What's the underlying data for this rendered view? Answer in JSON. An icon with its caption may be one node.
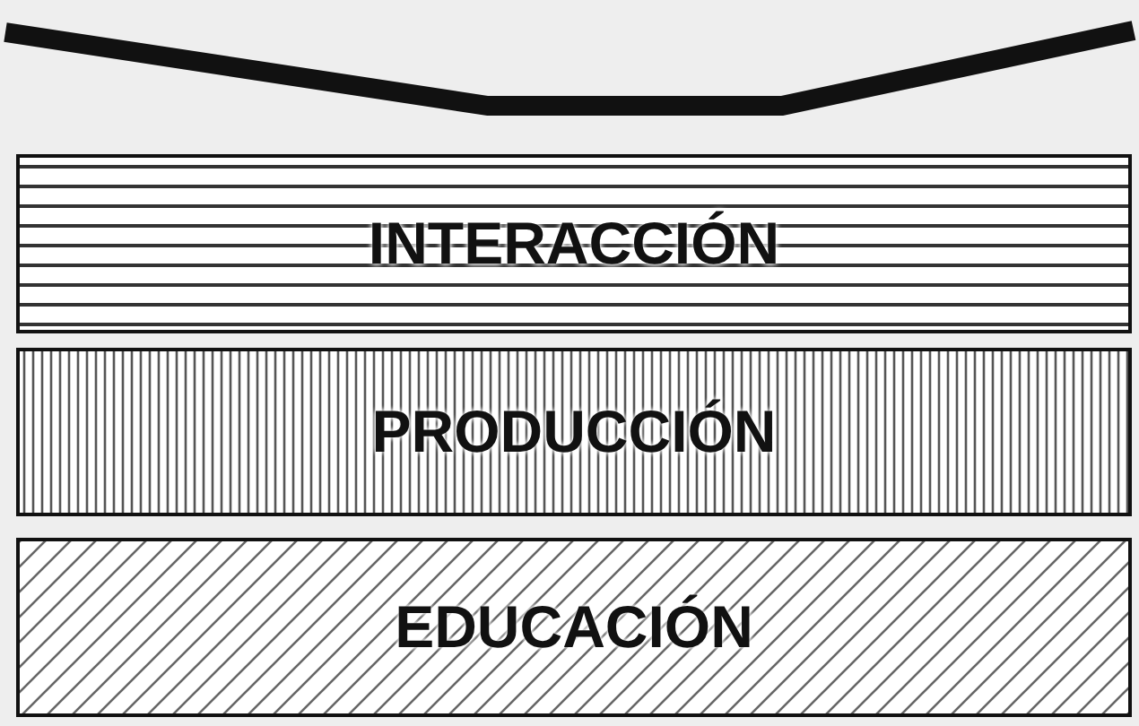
{
  "diagram": {
    "nodes": [
      {
        "text": [
          "INTERACCIÓN"
        ]
      },
      {
        "text": [
          "PRODUCCIÓN"
        ]
      },
      {
        "text": [
          "EDUCACIÓN"
        ]
      }
    ]
  }
}
